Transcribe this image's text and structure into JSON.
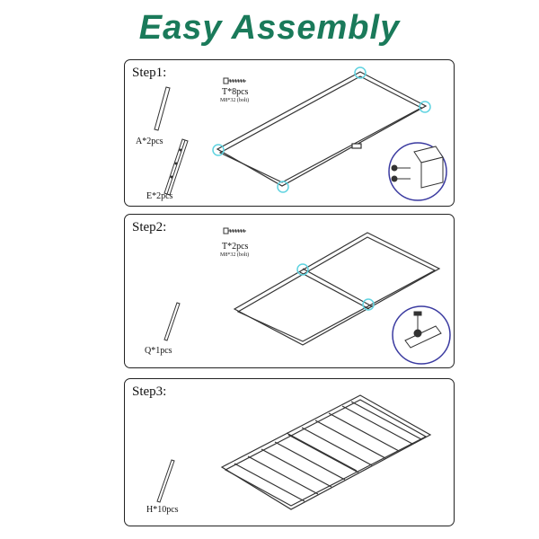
{
  "title": "Easy Assembly",
  "steps": [
    {
      "label": "Step1:",
      "bolt_count": "T*8pcs",
      "bolt_spec": "M8*32 (bolt)",
      "parts": [
        "A*2pcs",
        "E*2pcs"
      ]
    },
    {
      "label": "Step2:",
      "bolt_count": "T*2pcs",
      "bolt_spec": "M8*32 (bolt)",
      "parts": [
        "Q*1pcs"
      ]
    },
    {
      "label": "Step3:",
      "parts": [
        "H*10pcs"
      ]
    }
  ],
  "colors": {
    "title": "#1a7a5a",
    "highlight": "#5fd3e0",
    "callout": "#3a3aa0"
  }
}
